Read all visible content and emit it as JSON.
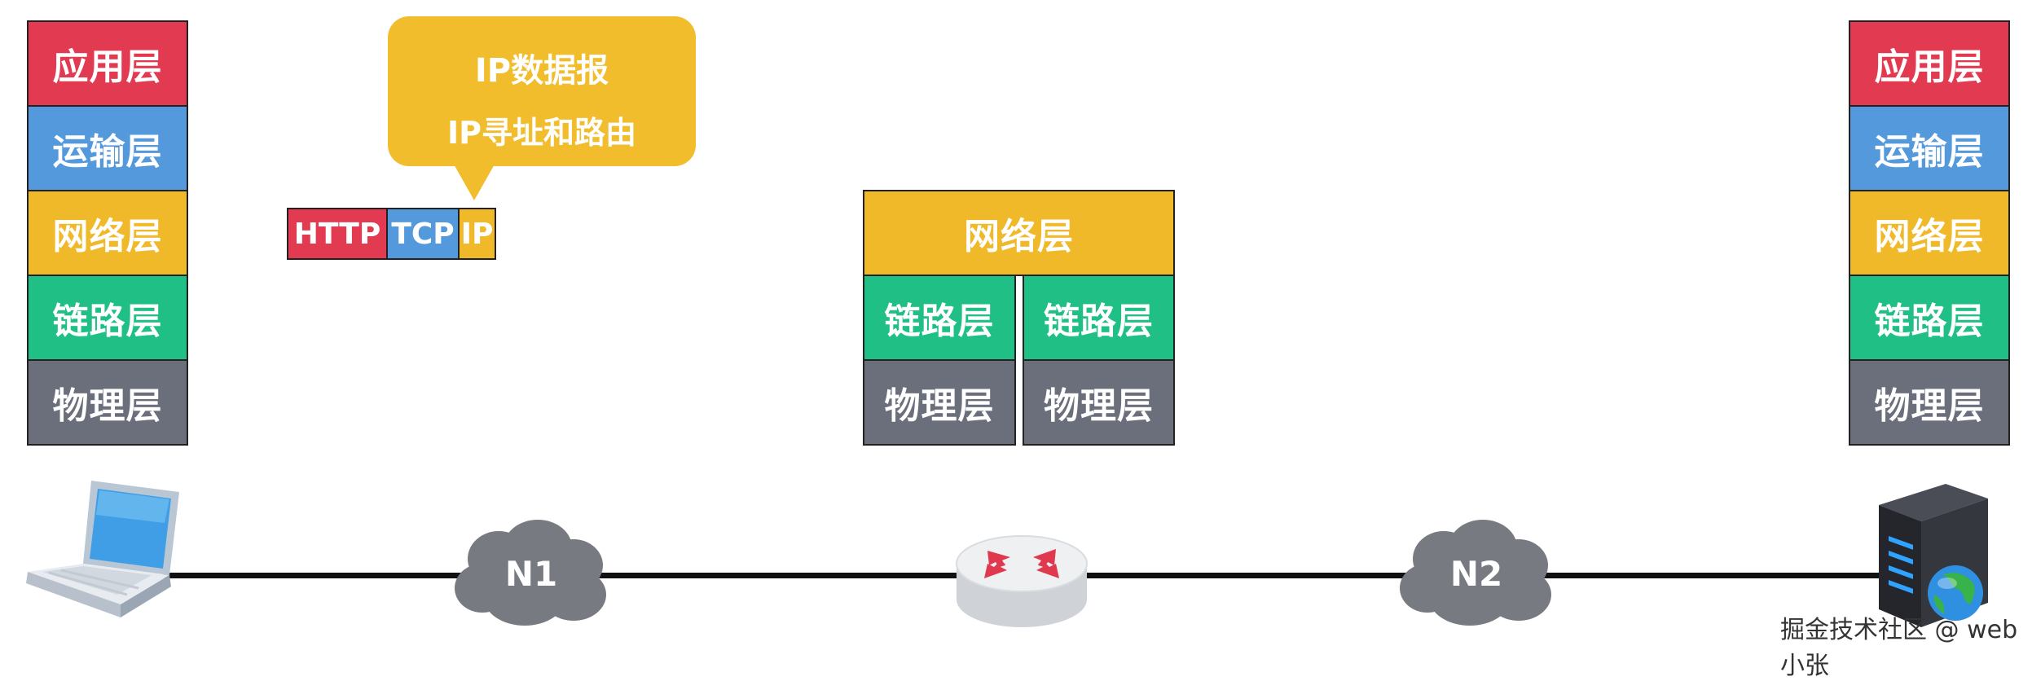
{
  "left_stack": {
    "application": "应用层",
    "transport": "运输层",
    "network": "网络层",
    "link": "链路层",
    "physical": "物理层"
  },
  "right_stack": {
    "application": "应用层",
    "transport": "运输层",
    "network": "网络层",
    "link": "链路层",
    "physical": "物理层"
  },
  "router_stack": {
    "network": "网络层",
    "link_left": "链路层",
    "link_right": "链路层",
    "physical_left": "物理层",
    "physical_right": "物理层"
  },
  "packet": {
    "http": "HTTP",
    "tcp": "TCP",
    "ip": "IP"
  },
  "callout": {
    "line1": "IP数据报",
    "line2": "IP寻址和路由"
  },
  "networks": {
    "n1": "N1",
    "n2": "N2"
  },
  "watermark": "掘金技术社区 @ web小张",
  "colors": {
    "application": "#e23a50",
    "transport": "#5599dd",
    "network": "#f0b92a",
    "link": "#1fbf86",
    "physical": "#6b6f7c",
    "cloud": "#777a80"
  }
}
